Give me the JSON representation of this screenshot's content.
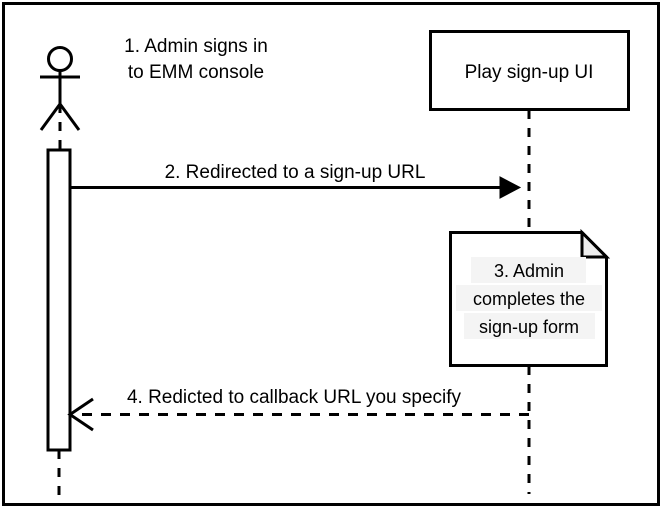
{
  "diagram": {
    "type": "uml-sequence-diagram",
    "title": "",
    "border_color": "#000000",
    "background_color": "#ffffff",
    "line_color": "#000000",
    "note_fold_fill": "#eeeeee",
    "note_text_highlight": "#f2f2f2",
    "participants": [
      {
        "id": "admin",
        "shape": "actor-stick-figure",
        "label": "",
        "lifeline_style": "dashed",
        "has_activation_bar": true
      },
      {
        "id": "play-signup-ui",
        "shape": "box",
        "label": "Play sign-up UI",
        "lifeline_style": "dashed",
        "has_activation_bar": false
      }
    ],
    "steps": [
      {
        "number": "1",
        "kind": "annotation",
        "text_lines": [
          "1. Admin signs in",
          "to EMM console"
        ],
        "full_text": "1. Admin signs in to EMM console"
      },
      {
        "number": "2",
        "kind": "message",
        "direction": "left-to-right",
        "line_style": "solid",
        "arrowhead": "filled",
        "text_lines": [
          "2. Redirected to a sign-up URL"
        ],
        "full_text": "2. Redirected to a sign-up URL"
      },
      {
        "number": "3",
        "kind": "note",
        "shape": "folded-corner-note",
        "text_lines": [
          "3. Admin",
          "completes the",
          "sign-up form"
        ],
        "full_text": "3. Admin completes the sign-up form"
      },
      {
        "number": "4",
        "kind": "message",
        "direction": "right-to-left",
        "line_style": "dashed",
        "arrowhead": "open",
        "text_lines": [
          "4. Redicted to callback URL you specify"
        ],
        "full_text": "4. Redicted to callback URL you specify"
      }
    ]
  }
}
